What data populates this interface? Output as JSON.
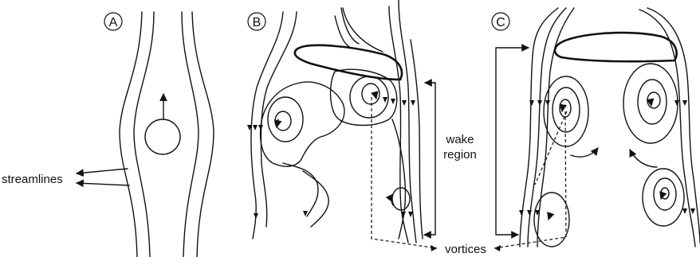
{
  "panels": [
    {
      "id": "A",
      "label": "A"
    },
    {
      "id": "B",
      "label": "B"
    },
    {
      "id": "C",
      "label": "C"
    }
  ],
  "annotations": {
    "streamlines": "streamlines",
    "wake_region_line1": "wake",
    "wake_region_line2": "region",
    "vortices": "vortices"
  }
}
